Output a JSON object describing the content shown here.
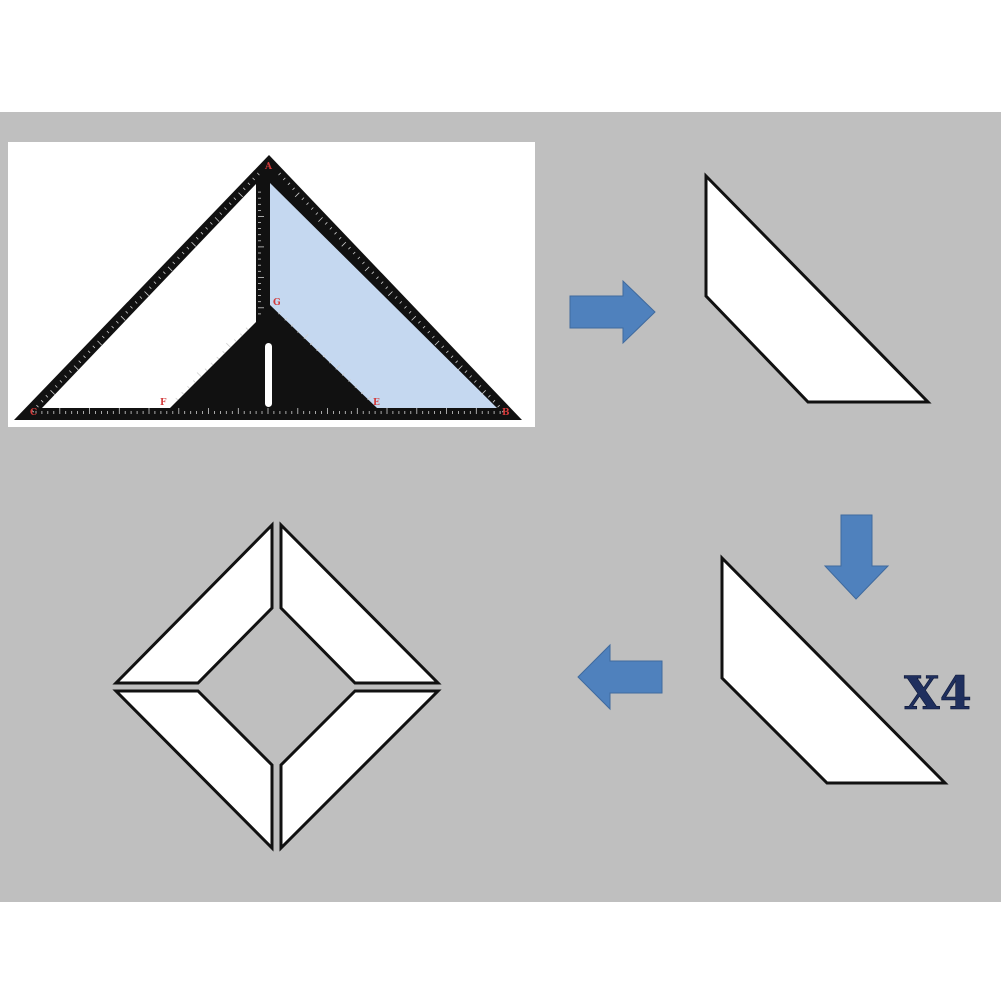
{
  "colors": {
    "page_background": "#ffffff",
    "panel_background": "#bfbfbf",
    "ruler_black": "#111111",
    "ruler_ticks": "#cfcfcf",
    "highlight_fill": "#c5d8f0",
    "piece_fill": "#ffffff",
    "piece_stroke": "#111111",
    "arrow_fill": "#4f81bd",
    "point_label": "#d23a3a",
    "multiplier_text": "#1f2f5e"
  },
  "ruler": {
    "point_labels": {
      "A": "A",
      "B": "B",
      "C": "C",
      "E": "E",
      "F": "F",
      "G": "G"
    }
  },
  "steps": {
    "multiplier": "X4"
  },
  "icons": {
    "arrow_right": "arrow-right-icon",
    "arrow_down": "arrow-down-icon",
    "arrow_left": "arrow-left-icon"
  }
}
